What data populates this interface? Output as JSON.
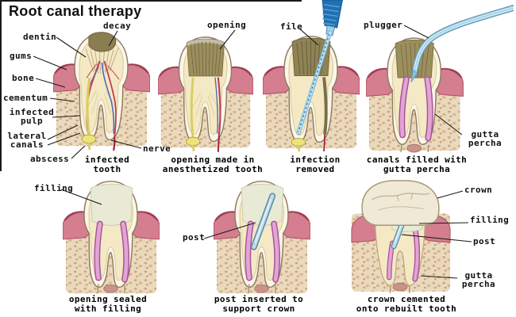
{
  "title": "Root canal therapy",
  "stages": [
    {
      "caption": "infected\ntooth",
      "labels": {
        "dentin": "dentin",
        "decay": "decay",
        "gums": "gums",
        "bone": "bone",
        "cementum": "cementum",
        "infected_pulp": "infected\npulp",
        "lateral_canals": "lateral\ncanals",
        "abscess": "abscess",
        "nerve": "nerve"
      }
    },
    {
      "caption": "opening made in\nanesthetized tooth",
      "labels": {
        "opening": "opening"
      }
    },
    {
      "caption": "infection\nremoved",
      "labels": {
        "file": "file"
      }
    },
    {
      "caption": "canals filled with\ngutta percha",
      "labels": {
        "plugger": "plugger",
        "gutta_percha": "gutta\npercha"
      }
    },
    {
      "caption": "opening sealed\nwith filling",
      "labels": {
        "filling": "filling"
      }
    },
    {
      "caption": "post inserted to\nsupport crown",
      "labels": {
        "post": "post"
      }
    },
    {
      "caption": "crown cemented\nonto rebuilt tooth",
      "labels": {
        "crown": "crown",
        "filling": "filling",
        "post": "post",
        "gutta_percha": "gutta\npercha"
      }
    }
  ],
  "colors": {
    "background": "#ffffff",
    "title_text": "#111111",
    "label_text": "#111111",
    "enamel": "#fbf6e7",
    "dentin": "#f4e9c4",
    "gums": "#d47e90",
    "bone": "#ead9bc",
    "decay": "#8a7d50",
    "opening": "#9c8f5c",
    "abscess": "#eee27f",
    "nerve_red": "#c23b53",
    "vessel_blue": "#4a6ab8",
    "file_instrument": "#2070b2",
    "plugger_instrument": "#cfe7f4",
    "gutta_percha": "#e2a4d4",
    "filling": "#e9ead6",
    "crown": "#efe9d6",
    "post": "#bcdced"
  }
}
